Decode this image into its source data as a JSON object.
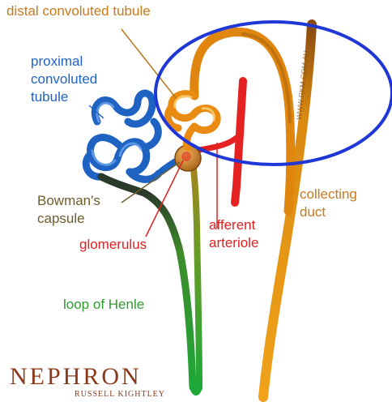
{
  "labels": {
    "distal": "distal convoluted tubule",
    "proximal_1": "proximal",
    "proximal_2": "convoluted",
    "proximal_3": "tubule",
    "bowman_1": "Bowman's",
    "bowman_2": "capsule",
    "glomerulus": "glomerulus",
    "afferent_1": "afferent",
    "afferent_2": "arteriole",
    "loop": "loop of Henle",
    "collecting_1": "collecting",
    "collecting_2": "duct"
  },
  "watermark": "WWW.RKM.COM.AU",
  "brand": {
    "title": "NEPHRON",
    "author": "RUSSELL KIGHTLEY"
  },
  "colors": {
    "distal": "#e98b10",
    "proximal": "#1f63c2",
    "loop": "#2aa52a",
    "collecting": "#e9960f",
    "arteriole": "#e02020",
    "highlight_ellipse": "#1f37d6"
  }
}
